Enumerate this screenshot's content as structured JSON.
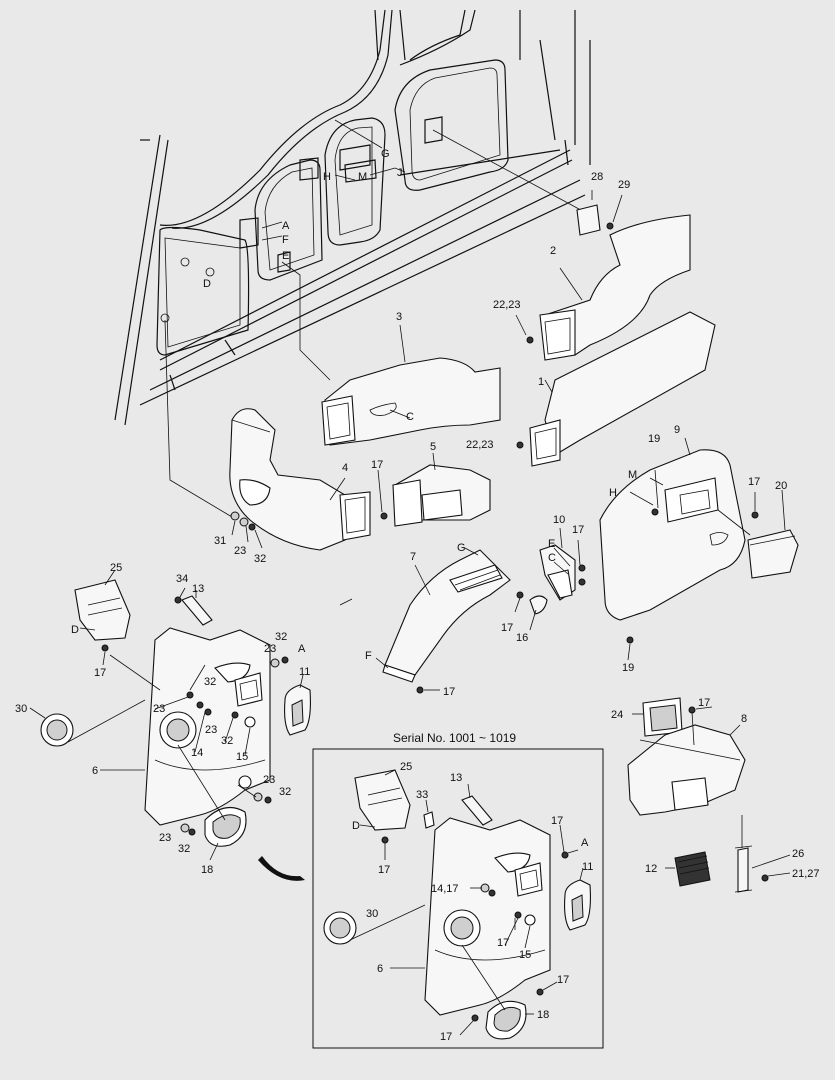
{
  "serial_note": "Serial No. 1001 ~ 1019",
  "labels": [
    {
      "id": "t-g-top",
      "text": "G"
    },
    {
      "id": "t-h-top",
      "text": "H"
    },
    {
      "id": "t-m-top",
      "text": "M"
    },
    {
      "id": "t-j-top",
      "text": "J"
    },
    {
      "id": "t-a-top",
      "text": "A"
    },
    {
      "id": "t-f-top",
      "text": "F"
    },
    {
      "id": "t-e-top",
      "text": "E"
    },
    {
      "id": "t-d-top",
      "text": "D"
    },
    {
      "id": "t-28",
      "text": "28"
    },
    {
      "id": "t-29",
      "text": "29"
    },
    {
      "id": "t-2",
      "text": "2"
    },
    {
      "id": "t-2223a",
      "text": "22,23"
    },
    {
      "id": "t-3",
      "text": "3"
    },
    {
      "id": "t-c-duct",
      "text": "C"
    },
    {
      "id": "t-1",
      "text": "1"
    },
    {
      "id": "t-2223b",
      "text": "22,23"
    },
    {
      "id": "t-5",
      "text": "5"
    },
    {
      "id": "t-17a",
      "text": "17"
    },
    {
      "id": "t-4",
      "text": "4"
    },
    {
      "id": "t-31",
      "text": "31"
    },
    {
      "id": "t-23a",
      "text": "23"
    },
    {
      "id": "t-32a",
      "text": "32"
    },
    {
      "id": "t-19a",
      "text": "19"
    },
    {
      "id": "t-9",
      "text": "9"
    },
    {
      "id": "t-m-9",
      "text": "M"
    },
    {
      "id": "t-h-9",
      "text": "H"
    },
    {
      "id": "t-17b",
      "text": "17"
    },
    {
      "id": "t-20",
      "text": "20"
    },
    {
      "id": "t-10",
      "text": "10"
    },
    {
      "id": "t-e-10",
      "text": "E"
    },
    {
      "id": "t-17c",
      "text": "17"
    },
    {
      "id": "t-c-10",
      "text": "C"
    },
    {
      "id": "t-g-7",
      "text": "G"
    },
    {
      "id": "t-7",
      "text": "7"
    },
    {
      "id": "t-17d",
      "text": "17"
    },
    {
      "id": "t-16",
      "text": "16"
    },
    {
      "id": "t-19b",
      "text": "19"
    },
    {
      "id": "t-f-7",
      "text": "F"
    },
    {
      "id": "t-17e",
      "text": "17"
    },
    {
      "id": "t-25",
      "text": "25"
    },
    {
      "id": "t-34",
      "text": "34"
    },
    {
      "id": "t-13",
      "text": "13"
    },
    {
      "id": "t-d-25",
      "text": "D"
    },
    {
      "id": "t-17f",
      "text": "17"
    },
    {
      "id": "t-32b",
      "text": "32"
    },
    {
      "id": "t-23b",
      "text": "23"
    },
    {
      "id": "t-a-6",
      "text": "A"
    },
    {
      "id": "t-11",
      "text": "11"
    },
    {
      "id": "t-32c",
      "text": "32"
    },
    {
      "id": "t-23c",
      "text": "23"
    },
    {
      "id": "t-23d",
      "text": "23"
    },
    {
      "id": "t-32d",
      "text": "32"
    },
    {
      "id": "t-14",
      "text": "14"
    },
    {
      "id": "t-15",
      "text": "15"
    },
    {
      "id": "t-30",
      "text": "30"
    },
    {
      "id": "t-6",
      "text": "6"
    },
    {
      "id": "t-23e",
      "text": "23"
    },
    {
      "id": "t-32e",
      "text": "32"
    },
    {
      "id": "t-23f",
      "text": "23"
    },
    {
      "id": "t-32f",
      "text": "32"
    },
    {
      "id": "t-18",
      "text": "18"
    },
    {
      "id": "t-24",
      "text": "24"
    },
    {
      "id": "t-17g",
      "text": "17"
    },
    {
      "id": "t-8",
      "text": "8"
    },
    {
      "id": "t-12",
      "text": "12"
    },
    {
      "id": "t-26",
      "text": "26"
    },
    {
      "id": "t-2127",
      "text": "21,27"
    },
    {
      "id": "t-25i",
      "text": "25"
    },
    {
      "id": "t-13i",
      "text": "13"
    },
    {
      "id": "t-33i",
      "text": "33"
    },
    {
      "id": "t-di",
      "text": "D"
    },
    {
      "id": "t-17i1",
      "text": "17"
    },
    {
      "id": "t-17i2",
      "text": "17"
    },
    {
      "id": "t-ai",
      "text": "A"
    },
    {
      "id": "t-11i",
      "text": "11"
    },
    {
      "id": "t-1417i",
      "text": "14,17"
    },
    {
      "id": "t-30i",
      "text": "30"
    },
    {
      "id": "t-17i3",
      "text": "17"
    },
    {
      "id": "t-15i",
      "text": "15"
    },
    {
      "id": "t-6i",
      "text": "6"
    },
    {
      "id": "t-17i4",
      "text": "17"
    },
    {
      "id": "t-18i",
      "text": "18"
    },
    {
      "id": "t-17i5",
      "text": "17"
    }
  ]
}
